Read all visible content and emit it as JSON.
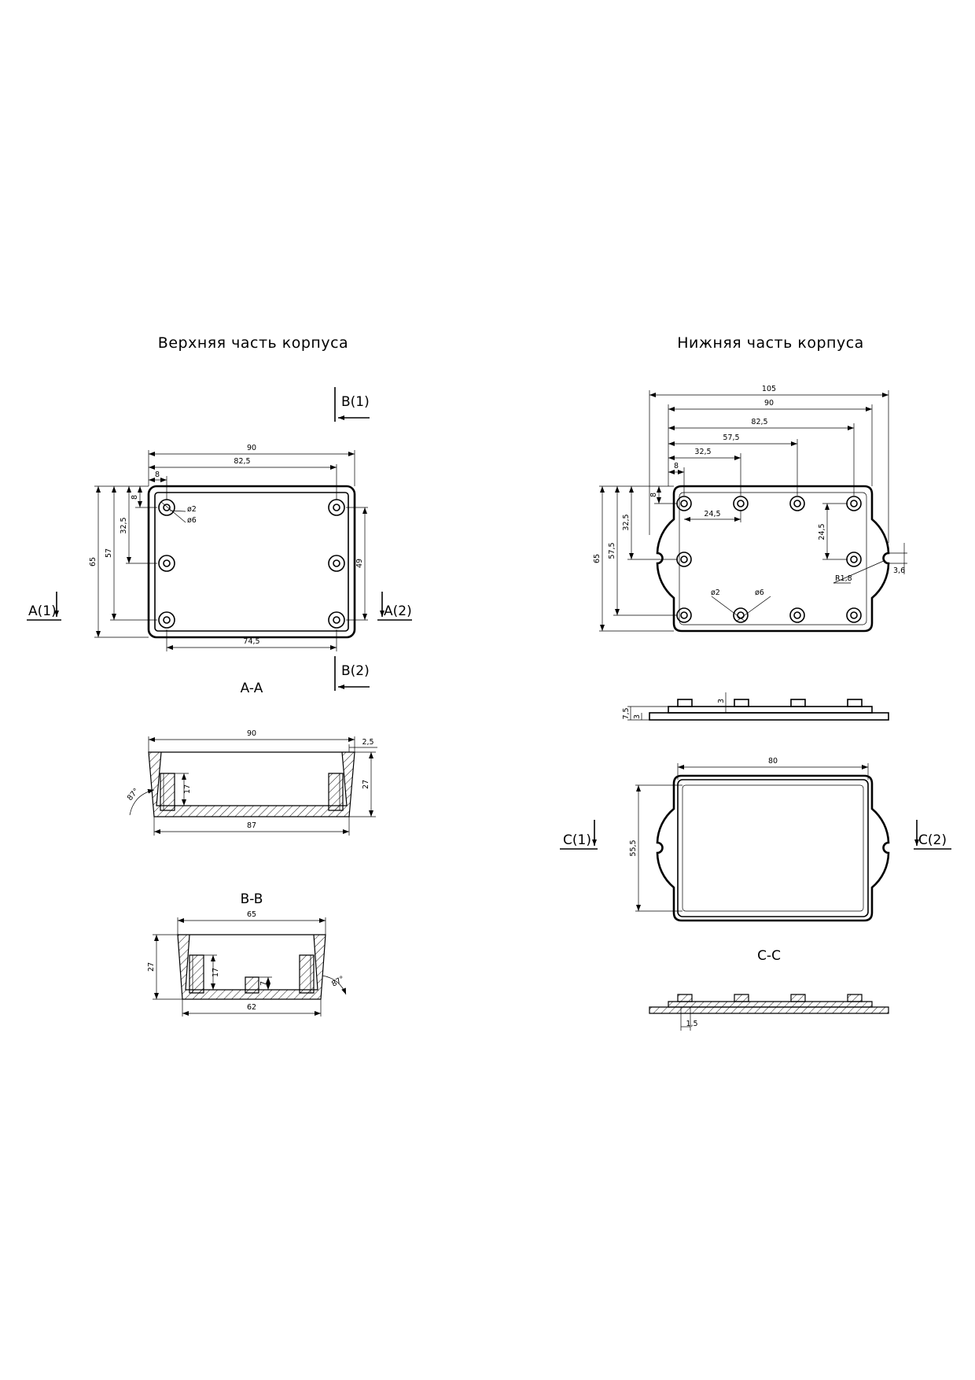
{
  "titles": {
    "upper": "Верхняя часть корпуса",
    "lower": "Нижняя часть корпуса"
  },
  "sections": {
    "aa": "A-A",
    "bb": "B-B",
    "cc": "C-C"
  },
  "markers": {
    "a1": "A(1)",
    "a2": "A(2)",
    "b1": "B(1)",
    "b2": "B(2)",
    "c1": "C(1)",
    "c2": "C(2)"
  },
  "dims": {
    "top_90": "90",
    "top_82_5": "82,5",
    "top_8h": "8",
    "top_8v": "8",
    "top_32_5": "32,5",
    "top_57": "57",
    "top_65": "65",
    "top_49": "49",
    "top_74_5": "74,5",
    "top_d2": "ø2",
    "top_d6": "ø6",
    "aa_90": "90",
    "aa_2_5": "2,5",
    "aa_27": "27",
    "aa_17": "17",
    "aa_87": "87",
    "aa_angle": "87°",
    "bb_65": "65",
    "bb_27": "27",
    "bb_17": "17",
    "bb_7": "7",
    "bb_62": "62",
    "bb_angle": "87°",
    "bot_105": "105",
    "bot_90": "90",
    "bot_82_5": "82,5",
    "bot_57_5h": "57,5",
    "bot_32_5h": "32,5",
    "bot_8h": "8",
    "bot_8v": "8",
    "bot_32_5v": "32,5",
    "bot_57_5v": "57,5",
    "bot_65": "65",
    "bot_24_5h": "24,5",
    "bot_24_5v": "24,5",
    "bot_r1_8": "R1,8",
    "bot_3_6": "3,6",
    "bot_d2": "ø2",
    "bot_d6": "ø6",
    "side_7_5": "7,5",
    "side_3a": "3",
    "side_3b": "3",
    "cplate_80": "80",
    "cplate_55_5": "55,5",
    "cc_1_5": "1,5"
  }
}
